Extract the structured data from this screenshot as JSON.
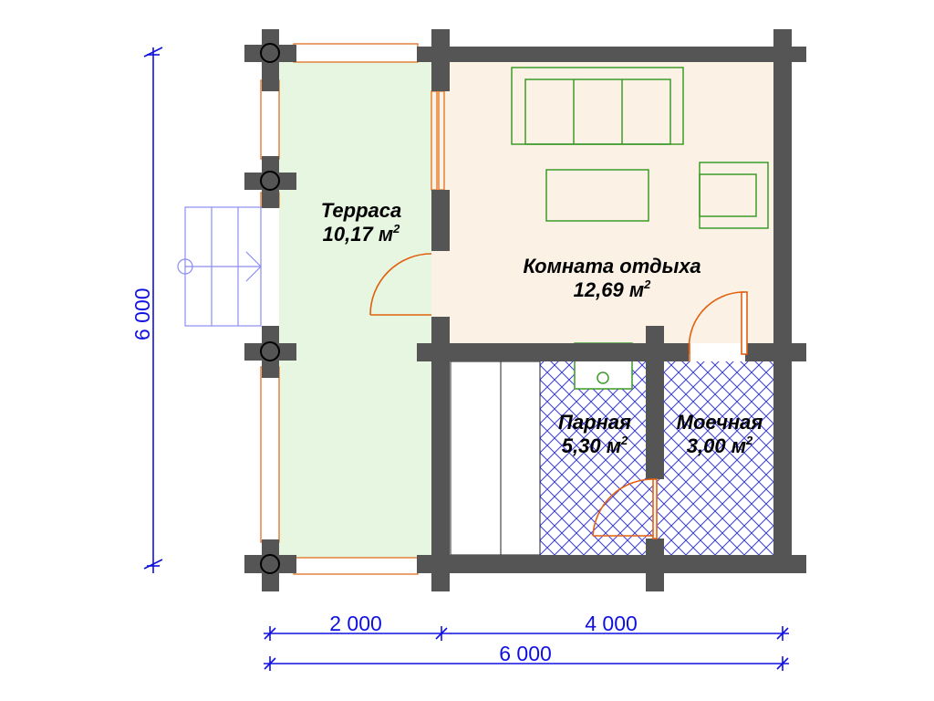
{
  "rooms": {
    "terrace": {
      "name": "Терраса",
      "area": "10,17 м",
      "sup": "2"
    },
    "rest_room": {
      "name": "Комната отдыха",
      "area": "12,69 м",
      "sup": "2"
    },
    "steam_room": {
      "name": "Парная",
      "area": "5,30 м",
      "sup": "2"
    },
    "wash_room": {
      "name": "Моечная",
      "area": "3,00 м",
      "sup": "2"
    }
  },
  "dimensions": {
    "height": "6 000",
    "width_left": "2 000",
    "width_right": "4 000",
    "width_total": "6 000"
  },
  "colors": {
    "wall": "#555555",
    "terrace_fill": "#e6f6e0",
    "room_fill": "#fbf1e4",
    "tile_pattern": "#3b3be0",
    "furniture": "#3d9a2a",
    "door": "#e06010",
    "dimension": "#1010e0",
    "stairs": "#8c8cf0"
  }
}
